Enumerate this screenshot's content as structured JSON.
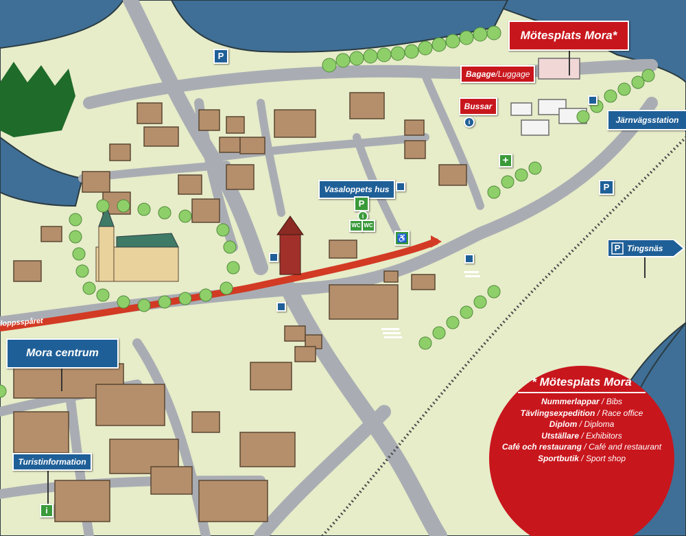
{
  "map": {
    "title_main": "Mötesplats Mora*",
    "luggage": {
      "primary": "Bagage",
      "secondary": "/Luggage"
    },
    "buses": "Bussar",
    "railway_station": "Järnvägsstation",
    "vasaloppets_hus": "Vasaloppets hus",
    "parking_tingsnas": {
      "symbol": "P",
      "label": "Tingsnäs"
    },
    "mora_centrum": "Mora centrum",
    "tourist_info": "Turistinformation",
    "trail_label": "loppsspåret",
    "symbols": {
      "parking": "P",
      "info": "i",
      "wc": "WC",
      "first_aid": "+",
      "accessible": "♿"
    }
  },
  "legend": {
    "title": "* Mötesplats Mora",
    "items": [
      {
        "sv": "Nummerlappar",
        "en": "Bibs"
      },
      {
        "sv": "Tävlingsexpedition",
        "en": "Race office"
      },
      {
        "sv": "Diplom",
        "en": "Diploma"
      },
      {
        "sv": "Utställare",
        "en": "Exhibitors"
      },
      {
        "sv": "Café och restaurang",
        "en": "Café and restaurant"
      },
      {
        "sv": "Sportbutik",
        "en": "Sport shop"
      }
    ]
  },
  "colors": {
    "water": "#3f6f96",
    "land": "#e7ecc9",
    "road": "#a9adb3",
    "building": "#b58f6b",
    "route": "#d23a24",
    "tree": "#8fcf6a",
    "accent_red": "#c8161d",
    "accent_blue": "#1f5f97"
  }
}
